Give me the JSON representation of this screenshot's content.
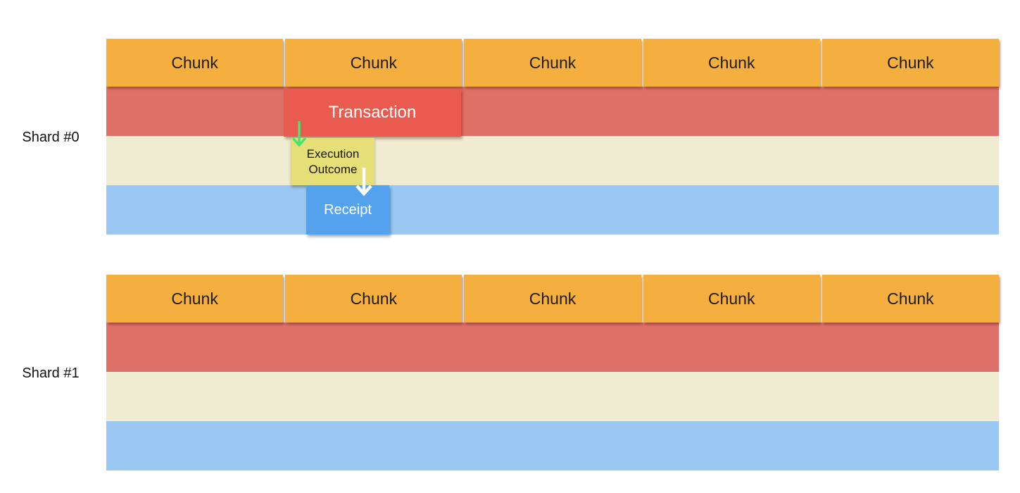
{
  "diagram": {
    "shards": [
      {
        "label": "Shard #0",
        "chunks": [
          "Chunk",
          "Chunk",
          "Chunk",
          "Chunk",
          "Chunk"
        ]
      },
      {
        "label": "Shard #1",
        "chunks": [
          "Chunk",
          "Chunk",
          "Chunk",
          "Chunk",
          "Chunk"
        ]
      }
    ],
    "flow": {
      "transaction": "Transaction",
      "execution_outcome": {
        "line1": "Execution",
        "line2": "Outcome"
      },
      "receipt": "Receipt"
    },
    "colors": {
      "chunk_box": "#F5AF3E",
      "transaction_band": "#E0716A",
      "outcome_band": "#F0ECD1",
      "receipt_band": "#9AC8F3",
      "transaction_box": "#E95B4F",
      "execution_outcome_box": "#E6DE76",
      "receipt_box": "#55A3EE",
      "green_arrow": "#47E56F",
      "white_arrow": "#FFFFFF"
    }
  }
}
